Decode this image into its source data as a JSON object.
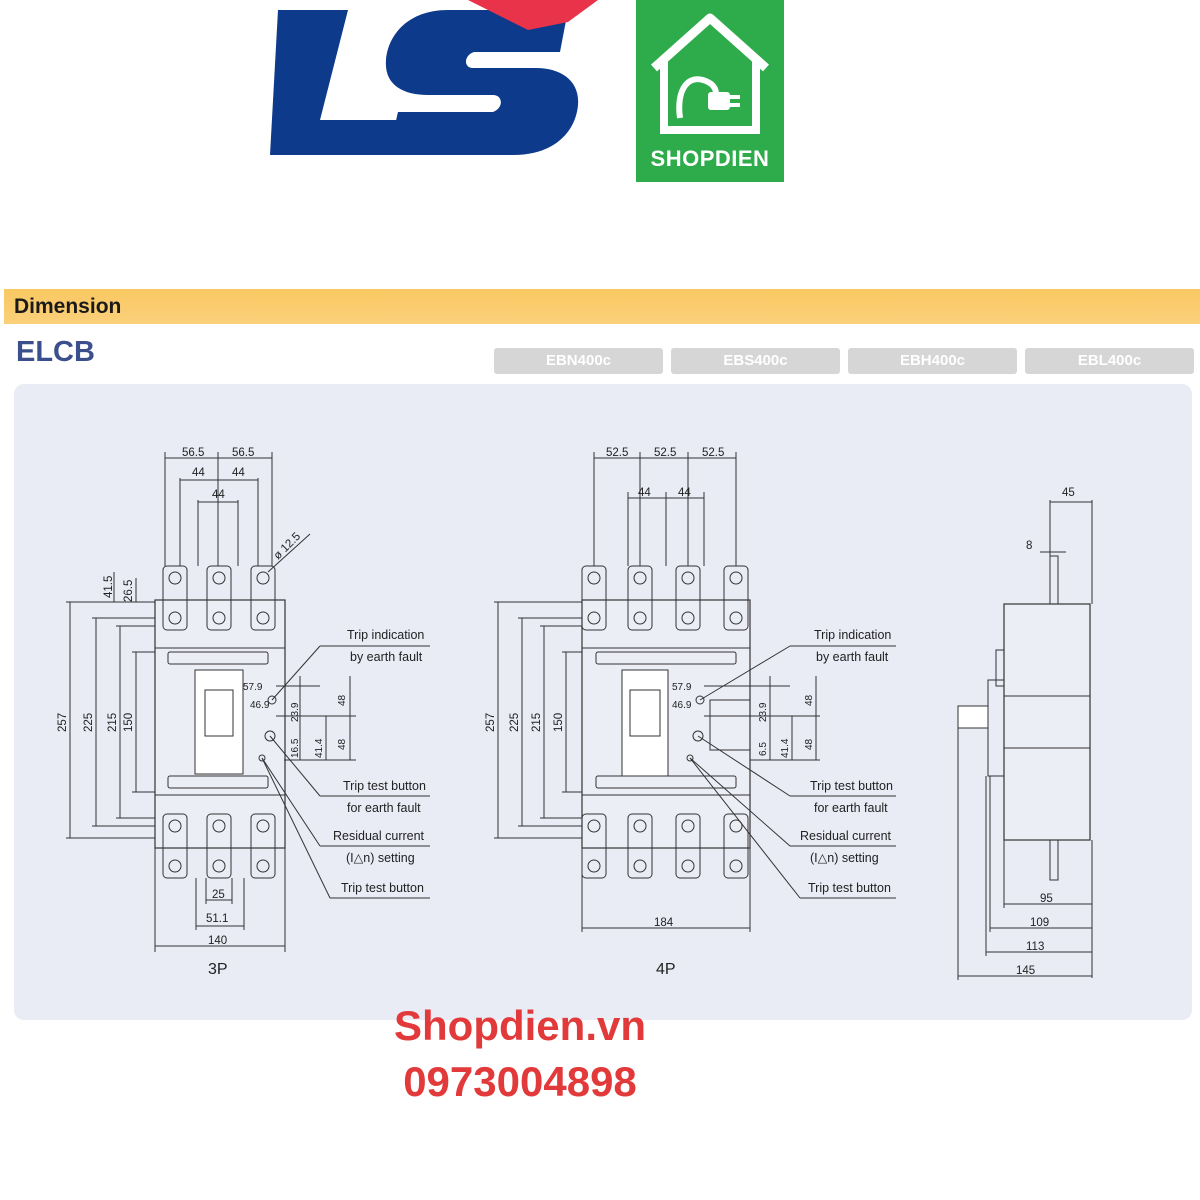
{
  "logo": {
    "brand": "LS",
    "shop_badge": "SHOPDIEN"
  },
  "section": {
    "title": "Dimension"
  },
  "category": "ELCB",
  "models": [
    "EBN400c",
    "EBS400c",
    "EBH400c",
    "EBL400c"
  ],
  "view3p": {
    "label": "3P",
    "top_pitch": [
      "56.5",
      "56.5"
    ],
    "terminal_pitch": [
      "44",
      "44"
    ],
    "center_pitch": "44",
    "hole_dia": "ø 12.5",
    "side_top": [
      "41.5",
      "26.5"
    ],
    "heights": [
      "257",
      "225",
      "215",
      "150"
    ],
    "bottom_dims": [
      "25",
      "51.1",
      "140"
    ],
    "inner_dims": [
      "57.9",
      "46.9",
      "23.9",
      "16.5",
      "41.4",
      "48",
      "48"
    ]
  },
  "view4p": {
    "label": "4P",
    "top_pitch": [
      "52.5",
      "52.5",
      "52.5"
    ],
    "terminal_pitch": [
      "44",
      "44"
    ],
    "heights": [
      "257",
      "225",
      "215",
      "150"
    ],
    "width": "184",
    "inner_dims": [
      "57.9",
      "46.9",
      "23.9",
      "6.5",
      "41.4",
      "48",
      "48"
    ]
  },
  "side_view": {
    "top_dims": [
      "45",
      "8"
    ],
    "depths": [
      "95",
      "109",
      "113",
      "145"
    ]
  },
  "callouts": {
    "trip_indication": [
      "Trip indication",
      "by earth fault"
    ],
    "trip_test_earth": [
      "Trip test button",
      "for earth fault"
    ],
    "residual": [
      "Residual current",
      "(I△n) setting"
    ],
    "trip_test": "Trip test button"
  },
  "footer": {
    "site": "Shopdien.vn",
    "phone": "0973004898"
  }
}
